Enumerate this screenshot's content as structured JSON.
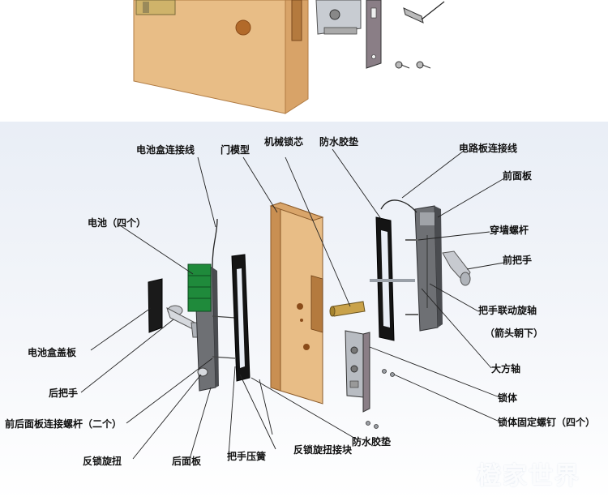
{
  "labels": {
    "battery_box_wire": "电池盒连接线",
    "door_model": "门模型",
    "mech_core": "机械锁芯",
    "waterproof_top": "防水胶垫",
    "circuit_wire": "电路板连接线",
    "front_panel": "前面板",
    "through_screw": "穿墙螺杆",
    "front_handle": "前把手",
    "battery": "电池（四个）",
    "handle_shaft": "把手联动旋轴",
    "arrow_down": "（箭头朝下）",
    "battery_cover": "电池盒盖板",
    "square_shaft": "大方轴",
    "rear_handle": "后把手",
    "lock_body": "锁体",
    "panel_screw": "前后面板连接螺杆（二个）",
    "body_screw": "锁体固定螺钉（四个）",
    "anti_lock_knob": "反锁旋扭",
    "rear_panel": "后面板",
    "handle_spring": "把手压簧",
    "knob_connector": "反锁旋扭接块",
    "waterproof_bottom": "防水胶垫"
  },
  "watermark": "橙家世界",
  "colors": {
    "wood": "#e8bd86",
    "wood_edge": "#c98f52",
    "panel": "#6e7074",
    "gasket": "#111111",
    "brass": "#c9a24a",
    "steel": "#b8bcc2"
  }
}
